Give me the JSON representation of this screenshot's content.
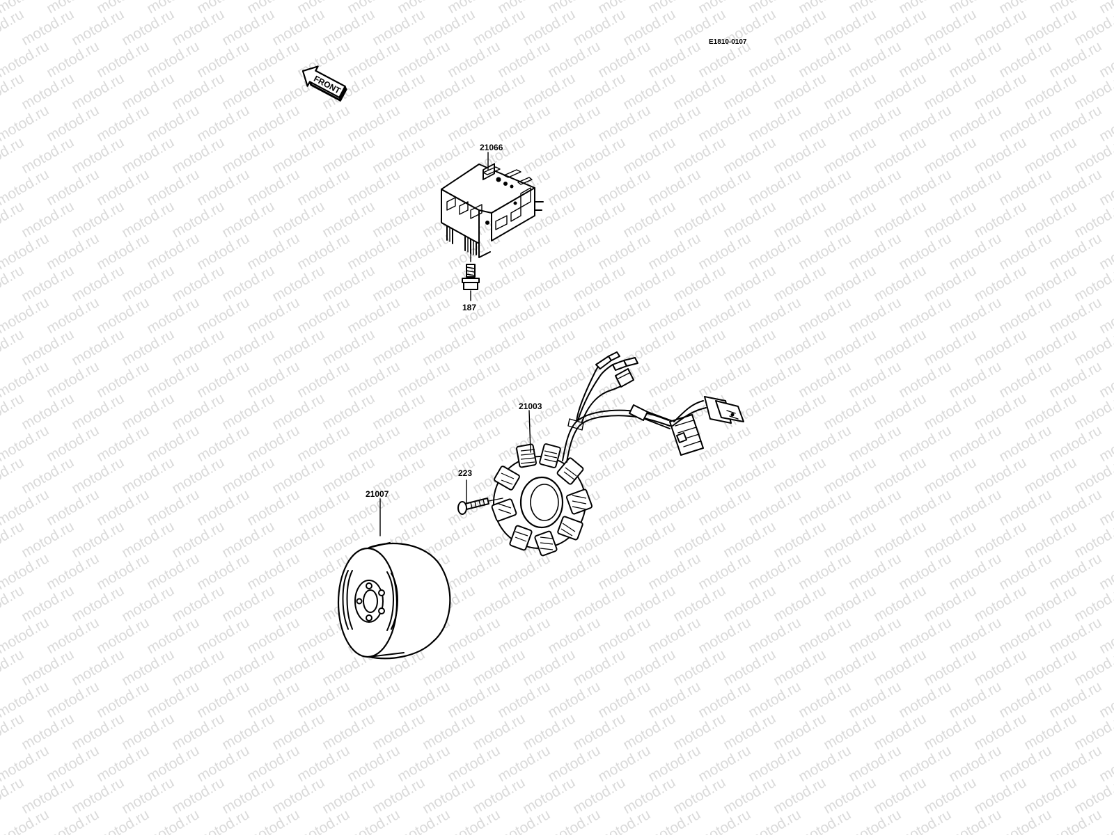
{
  "watermark": {
    "text": "motod.ru",
    "color": "#dadada"
  },
  "drawing_code": "E1810-0107",
  "front_arrow": {
    "label": "FRONT"
  },
  "parts": [
    {
      "id": "regulator",
      "number": "21066",
      "icon": "regulator-rectifier-icon"
    },
    {
      "id": "regulator-bolt",
      "number": "187",
      "icon": "flanged-bolt-icon"
    },
    {
      "id": "stator",
      "number": "21003",
      "icon": "stator-coil-icon"
    },
    {
      "id": "stator-screw",
      "number": "223",
      "icon": "screw-icon"
    },
    {
      "id": "rotor",
      "number": "21007",
      "icon": "flywheel-rotor-icon"
    }
  ]
}
